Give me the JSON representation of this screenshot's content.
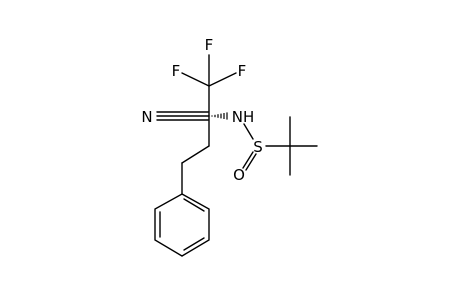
{
  "molecule": {
    "atom_labels": {
      "f_top": "F",
      "f_left": "F",
      "f_right": "F",
      "nitrile_n": "N",
      "nh": "NH",
      "sulfur": "S",
      "oxygen": "O"
    }
  }
}
